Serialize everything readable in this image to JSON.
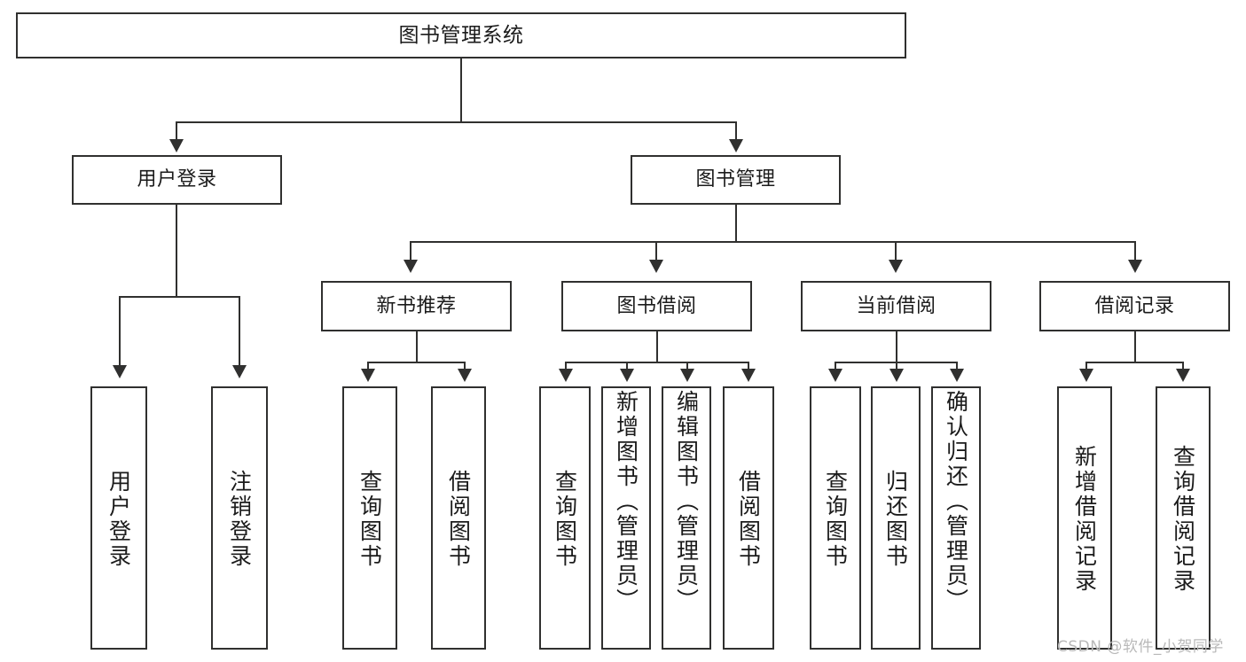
{
  "diagram": {
    "type": "tree-hierarchy",
    "title": "图书管理系统",
    "watermark": "CSDN @软件_小贺同学",
    "colors": {
      "stroke": "#30302f",
      "background": "#ffffff",
      "text": "#1b1b1b",
      "watermark": "#b9b9b9"
    },
    "levels": {
      "root": {
        "label": "图书管理系统"
      },
      "level2": [
        {
          "label": "用户登录"
        },
        {
          "label": "图书管理"
        }
      ],
      "level3": [
        {
          "label": "新书推荐"
        },
        {
          "label": "图书借阅"
        },
        {
          "label": "当前借阅"
        },
        {
          "label": "借阅记录"
        }
      ],
      "leaves": {
        "user_login": [
          {
            "label": "用户登录"
          },
          {
            "label": "注销登录"
          }
        ],
        "new_book_recommend": [
          {
            "label": "查询图书"
          },
          {
            "label": "借阅图书"
          }
        ],
        "book_borrow": [
          {
            "label": "查询图书"
          },
          {
            "label": "新增图书（管理员）"
          },
          {
            "label": "编辑图书（管理员）"
          },
          {
            "label": "借阅图书"
          }
        ],
        "current_borrow": [
          {
            "label": "查询图书"
          },
          {
            "label": "归还图书"
          },
          {
            "label": "确认归还（管理员）"
          }
        ],
        "borrow_record": [
          {
            "label": "新增借阅记录"
          },
          {
            "label": "查询借阅记录"
          }
        ]
      }
    }
  }
}
